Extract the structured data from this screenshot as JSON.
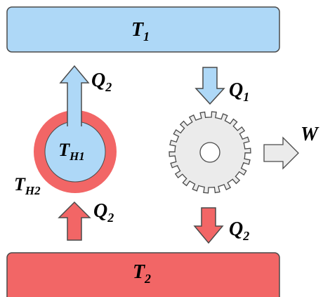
{
  "reservoirs": {
    "cold": {
      "label": "T",
      "subscript": "1"
    },
    "hot": {
      "label": "T",
      "subscript": "2"
    }
  },
  "heat_pump": {
    "inner": {
      "label": "T",
      "subscript": "H1"
    },
    "outer": {
      "label": "T",
      "subscript": "H2"
    }
  },
  "arrows": {
    "q2_up_top": {
      "label": "Q",
      "subscript": "2"
    },
    "q2_up_bottom": {
      "label": "Q",
      "subscript": "2"
    },
    "q1_down": {
      "label": "Q",
      "subscript": "1"
    },
    "q2_down": {
      "label": "Q",
      "subscript": "2"
    },
    "work": {
      "label": "W"
    }
  },
  "colors": {
    "cold_fill": "#aed8f7",
    "hot_fill": "#f26666",
    "gear_fill": "#ebebeb",
    "work_arrow_fill": "#ebebeb",
    "stroke": "#4a4a4a"
  }
}
